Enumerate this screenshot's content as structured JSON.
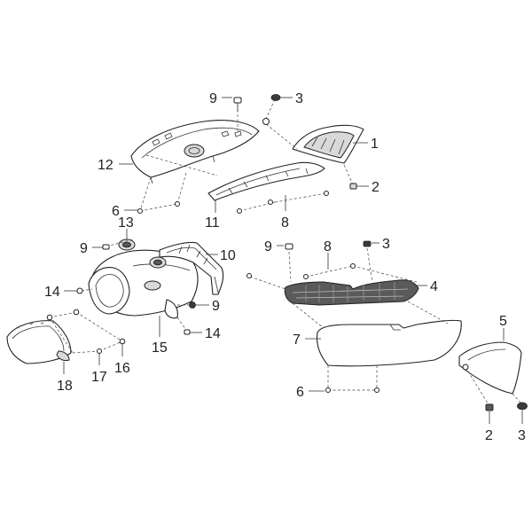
{
  "callouts": {
    "c1": "1",
    "c2a": "2",
    "c2b": "2",
    "c3a": "3",
    "c3b": "3",
    "c3c": "3",
    "c4": "4",
    "c5": "5",
    "c6a": "6",
    "c6b": "6",
    "c7": "7",
    "c8a": "8",
    "c8b": "8",
    "c9a": "9",
    "c9b": "9",
    "c9c": "9",
    "c9d": "9",
    "c10": "10",
    "c11": "11",
    "c12": "12",
    "c13": "13",
    "c14a": "14",
    "c14b": "14",
    "c15": "15",
    "c16": "16",
    "c17": "17",
    "c18": "18"
  }
}
